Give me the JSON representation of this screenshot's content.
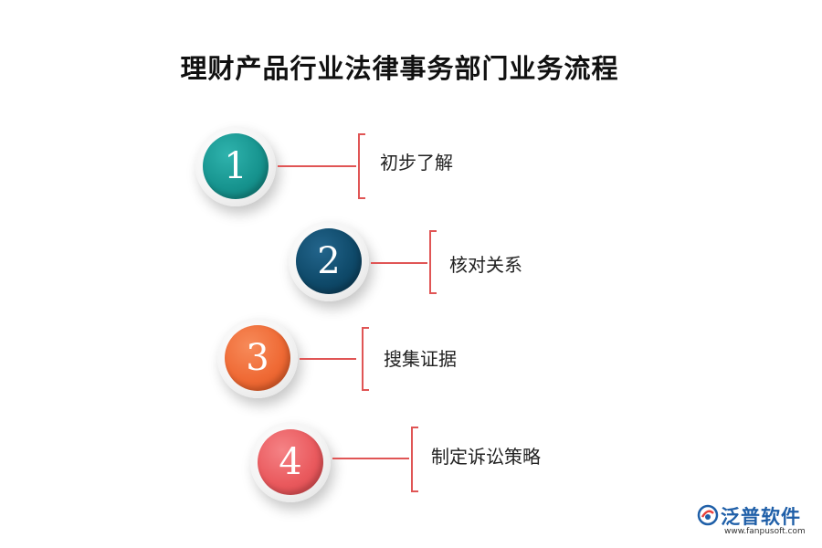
{
  "title": "理财产品行业法律事务部门业务流程",
  "steps": [
    {
      "number": "1",
      "label": "初步了解",
      "color": "#17948f"
    },
    {
      "number": "2",
      "label": "核对关系",
      "color": "#0f4a6a"
    },
    {
      "number": "3",
      "label": "搜集证据",
      "color": "#ef6a35"
    },
    {
      "number": "4",
      "label": "制定诉讼策略",
      "color": "#ea5a5e"
    }
  ],
  "logo": {
    "name": "泛普软件",
    "url": "www.fanpusoft.com",
    "color": "#1f5fa8"
  },
  "connector_color": "#e05555"
}
